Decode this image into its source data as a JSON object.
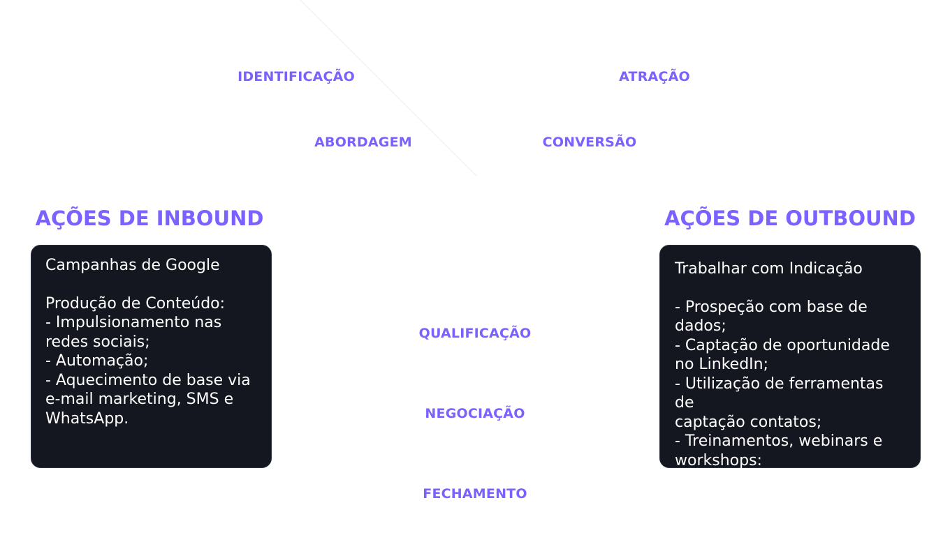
{
  "funnel": {
    "stages_top_left": [
      "IDENTIFICAÇÃO",
      "ABORDAGEM"
    ],
    "stages_top_right": [
      "ATRAÇÃO",
      "CONVERSÃO"
    ],
    "stages_center": [
      "QUALIFICAÇÃO",
      "NEGOCIAÇÃO",
      "FECHAMENTO"
    ]
  },
  "inbound": {
    "heading": "AÇÕES DE INBOUND",
    "title": "Campanhas de Google",
    "lines": [
      "Produção de Conteúdo:",
      "- Impulsionamento nas",
      "redes sociais;",
      "- Automação;",
      "- Aquecimento de base via",
      "e-mail marketing, SMS e",
      "WhatsApp."
    ]
  },
  "outbound": {
    "heading": "AÇÕES DE OUTBOUND",
    "title": "Trabalhar com Indicação",
    "lines": [
      "- Prospeção com base de",
      "dados;",
      "- Captação de oportunidade",
      "no LinkedIn;",
      "- Utilização de ferramentas de",
      "captação contatos;",
      "- Treinamentos, webinars e",
      "workshops:"
    ]
  },
  "colors": {
    "accent": "#7b61ff",
    "card_background": "#141720",
    "card_text": "#ffffff"
  }
}
